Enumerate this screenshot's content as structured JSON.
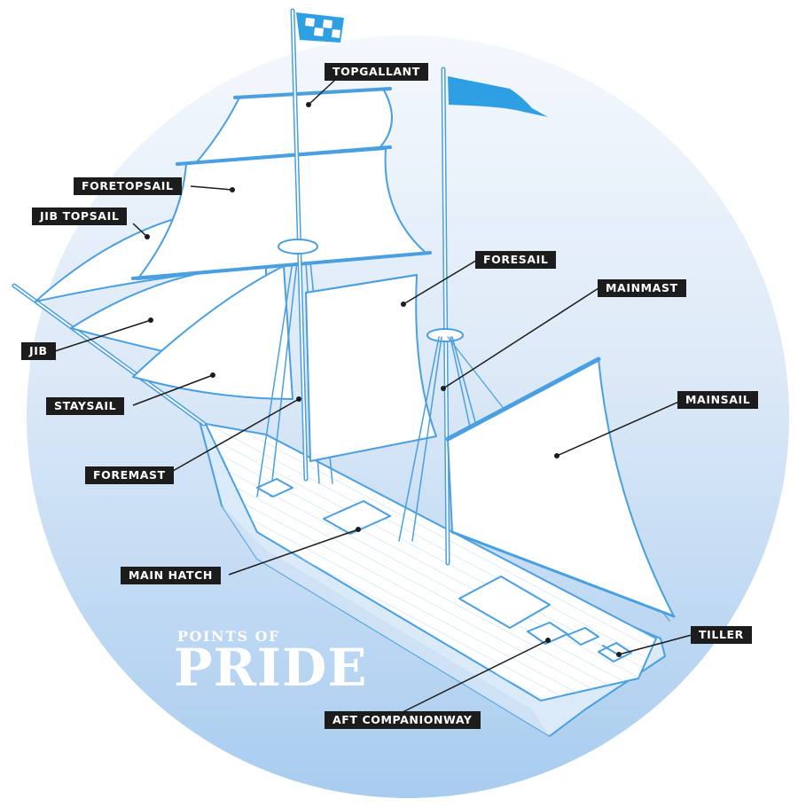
{
  "title": {
    "small": "POINTS OF",
    "big": "PRIDE"
  },
  "colors": {
    "outline": "#4a9fe0",
    "flag": "#2f9fe4",
    "circle_top": "#f4f8fd",
    "circle_bottom": "#a8ccef",
    "label_bg": "#1c1c1c",
    "label_text": "#ffffff"
  },
  "labels": {
    "topgallant": "TOPGALLANT",
    "foretopsail": "FORETOPSAIL",
    "jib_topsail": "JIB TOPSAIL",
    "foresail": "FORESAIL",
    "mainmast": "MAINMAST",
    "jib": "JIB",
    "staysail": "STAYSAIL",
    "mainsail": "MAINSAIL",
    "foremast": "FOREMAST",
    "main_hatch": "MAIN HATCH",
    "tiller": "TILLER",
    "aft_companionway": "AFT COMPANIONWAY"
  }
}
